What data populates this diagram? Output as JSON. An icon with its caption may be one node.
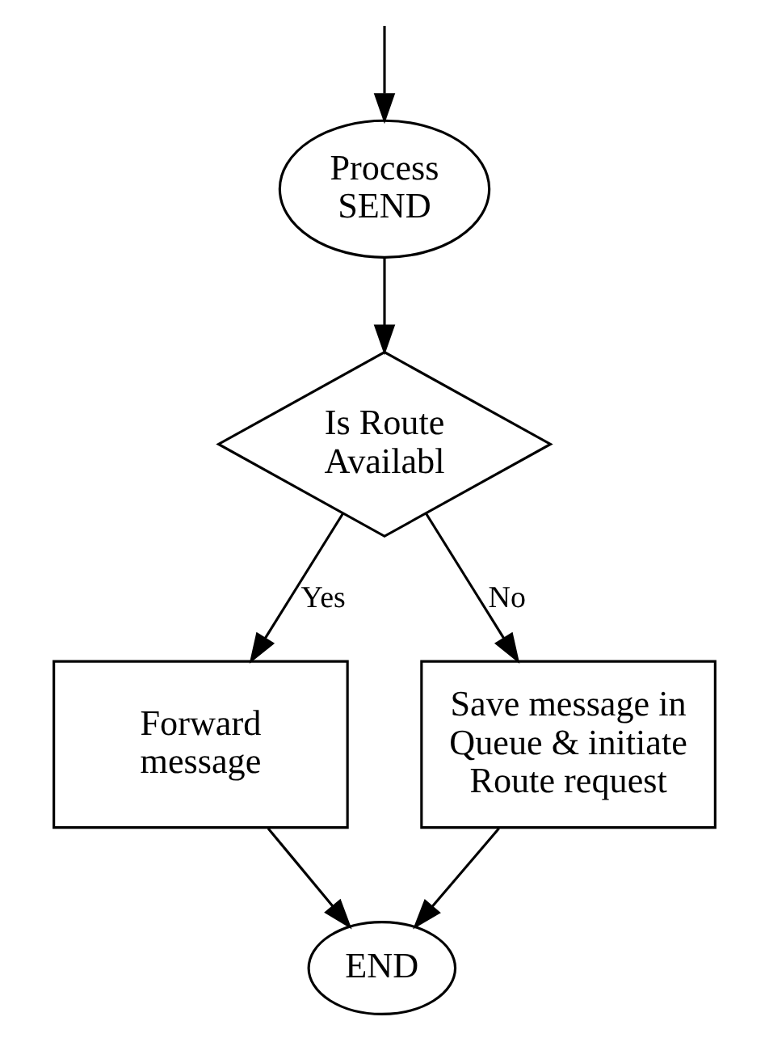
{
  "diagram": {
    "nodes": [
      {
        "text": [
          "Process SEND"
        ]
      },
      {
        "text": [
          "Is Route Availabl"
        ]
      },
      {
        "text": [
          "Forward message"
        ]
      },
      {
        "text": [
          "Save message in Queue & initiate Route request"
        ]
      },
      {
        "text": [
          "END"
        ]
      }
    ],
    "edges": [
      {
        "from": null,
        "to": 0,
        "arrow": "to"
      },
      {
        "from": 0,
        "to": 1,
        "arrow": "to"
      },
      {
        "from": 1,
        "to": 2,
        "label": "Yes",
        "arrow": "to"
      },
      {
        "from": 1,
        "to": 3,
        "label": "No",
        "arrow": "to"
      },
      {
        "from": 2,
        "to": 4,
        "arrow": "to"
      },
      {
        "from": 3,
        "to": 4,
        "arrow": "to"
      }
    ]
  }
}
